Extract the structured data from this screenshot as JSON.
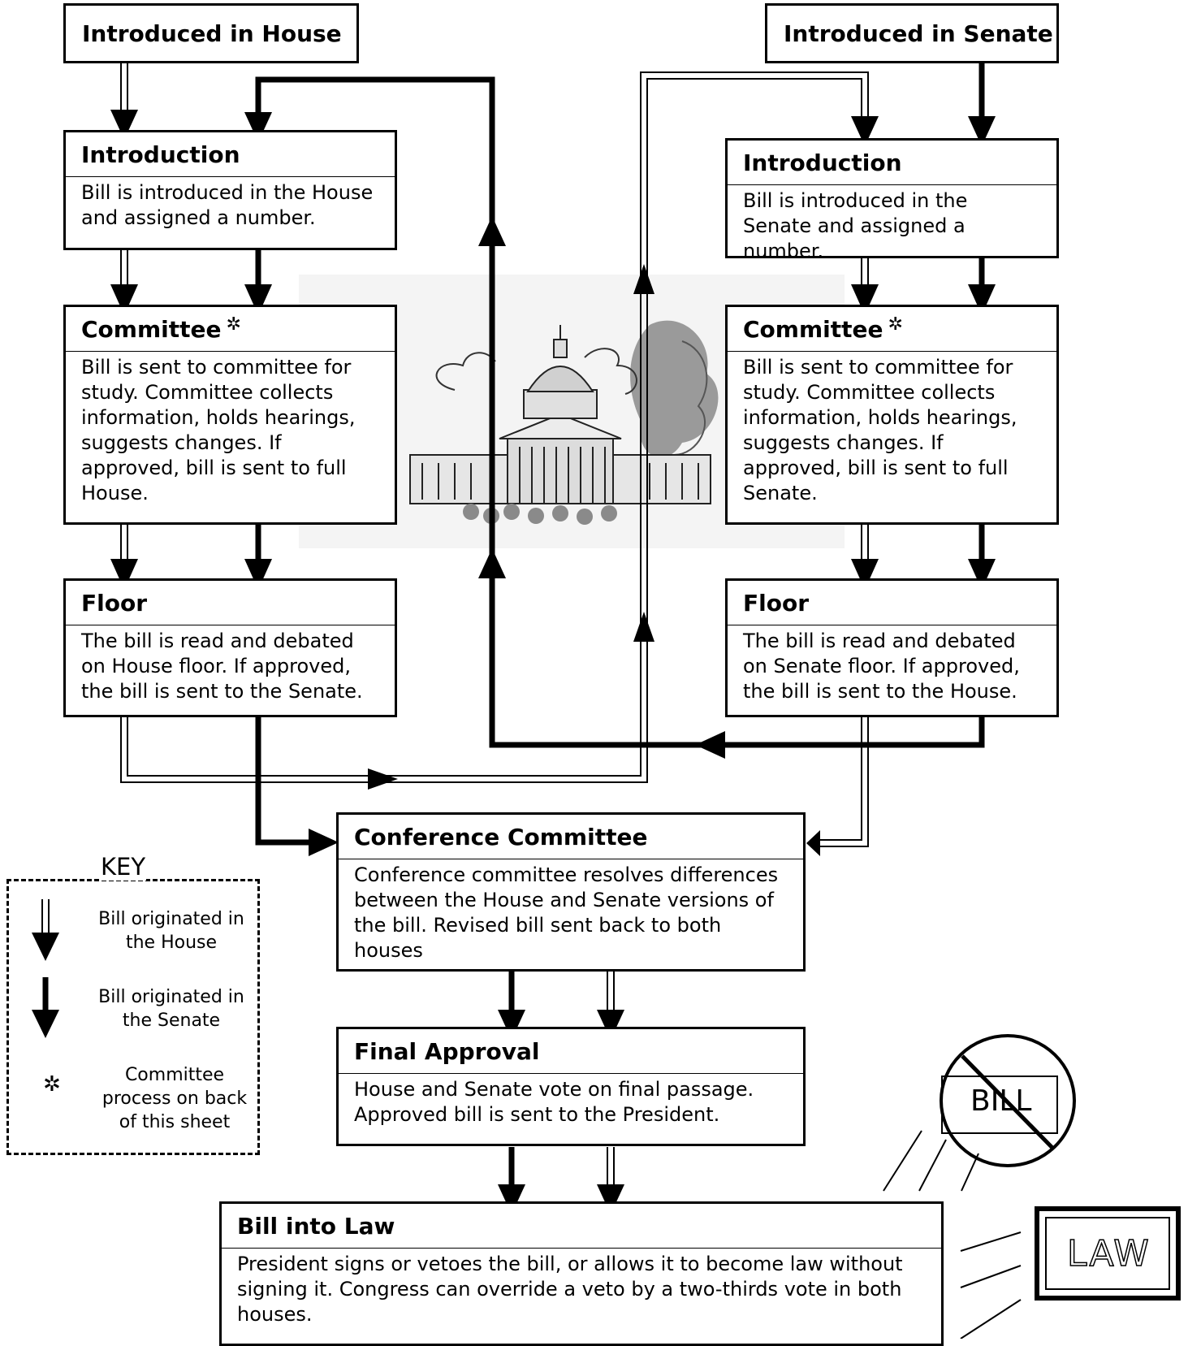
{
  "house": {
    "introduced_label": "Introduced in House",
    "introduction": {
      "title": "Introduction",
      "text": "Bill is introduced in the House and assigned a number."
    },
    "committee": {
      "title": "Committee",
      "star": "✲",
      "text": "Bill is sent to committee for study. Committee collects information, holds hearings, suggests changes. If approved, bill is sent to full House."
    },
    "floor": {
      "title": "Floor",
      "text": "The bill is read and debated on House floor. If approved, the bill is sent to the Senate."
    }
  },
  "senate": {
    "introduced_label": "Introduced in Senate",
    "introduction": {
      "title": "Introduction",
      "text": "Bill is introduced in the Senate and assigned a number."
    },
    "committee": {
      "title": "Committee",
      "star": "✲",
      "text": "Bill is sent to committee for study. Committee collects information, holds hearings, suggests changes. If approved, bill is sent to full Senate."
    },
    "floor": {
      "title": "Floor",
      "text": "The bill is read and debated on Senate floor. If approved, the bill is sent to the House."
    }
  },
  "conference": {
    "title": "Conference Committee",
    "text": "Conference committee resolves differences between the House and Senate versions of the bill. Revised bill sent back to both houses"
  },
  "final_approval": {
    "title": "Final Approval",
    "text": "House and Senate vote on final passage. Approved bill is sent to the President."
  },
  "bill_into_law": {
    "title": "Bill into Law",
    "text": "President signs or vetoes the bill, or allows it to become law without signing it. Congress can override a veto by a two-thirds vote in both houses."
  },
  "key": {
    "title": "KEY",
    "house_origin": "Bill originated in the House",
    "senate_origin": "Bill originated in the Senate",
    "committee_star": "✲",
    "committee_note": "Committee process on back of this sheet"
  },
  "illustrations": {
    "bill_label": "BILL",
    "law_label": "LAW",
    "capitol_icon": "capitol-building-illustration",
    "veto_icon": "veto-no-bill-icon"
  }
}
